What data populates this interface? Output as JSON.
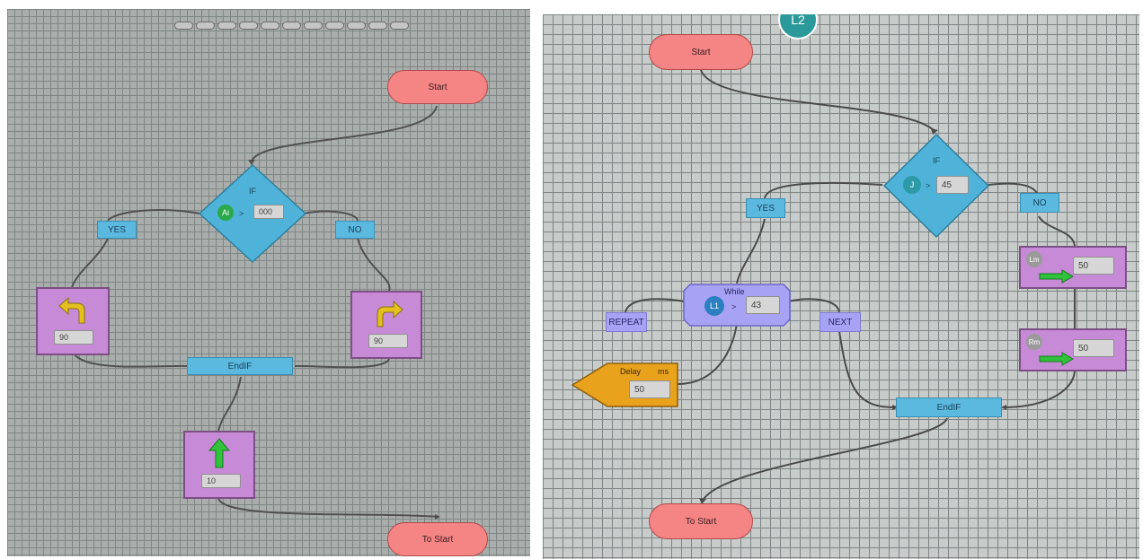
{
  "left_flow": {
    "toolbar_dots": 11,
    "start": "Start",
    "if": {
      "label": "IF",
      "sensor": "Ai",
      "op": ">",
      "value": "000"
    },
    "yes": "YES",
    "no": "NO",
    "turn_left": {
      "icon": "turn-left-arrow-icon",
      "value": "90"
    },
    "turn_right": {
      "icon": "turn-right-arrow-icon",
      "value": "90"
    },
    "endif": "EndIF",
    "forward": {
      "icon": "forward-arrow-icon",
      "value": "10"
    },
    "to_start": "To Start"
  },
  "right_flow": {
    "badge": "L2",
    "start": "Start",
    "if": {
      "label": "IF",
      "sensor": "J",
      "op": ">",
      "value": "45"
    },
    "yes": "YES",
    "no": "NO",
    "while": {
      "label": "While",
      "sensor": "L1",
      "op": ">",
      "value": "43"
    },
    "repeat": "REPEAT",
    "next": "NEXT",
    "delay": {
      "label": "Delay",
      "unit": "ms",
      "value": "50"
    },
    "motor_left": {
      "sensor": "Lm",
      "icon": "right-arrow-icon",
      "value": "50"
    },
    "motor_right": {
      "sensor": "Rm",
      "icon": "right-arrow-icon",
      "value": "50"
    },
    "endif": "EndIF",
    "to_start": "To Start"
  },
  "colors": {
    "terminal": "#f58484",
    "decision": "#4fb3d9",
    "action_block": "#c68ad6",
    "loop": "#a8a2f5",
    "delay": "#e8a21c",
    "grid_left": "#a9aeac",
    "grid_right": "#c7cbca"
  }
}
